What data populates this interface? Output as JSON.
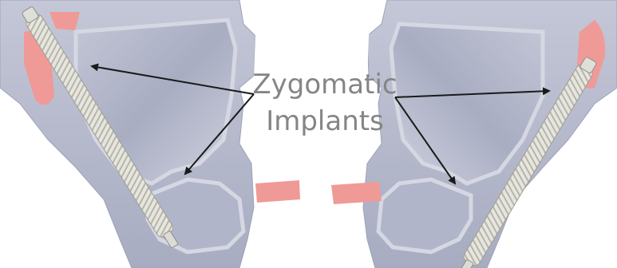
{
  "caption": {
    "line1": "Zygomatic",
    "line2": "Implants"
  },
  "colors": {
    "background": "#ffffff",
    "bone_outer": "#b9bdd0",
    "bone_edge": "#9ea3b8",
    "sinus_wall": "#c9ccdc",
    "sinus_cavity": "#aeb2c7",
    "soft_tissue": "#ef9a97",
    "implant": "#e3e3dd",
    "implant_thread": "#b9b8ae",
    "arrow": "#1a1a1a",
    "text": "#858585"
  },
  "icons": [
    "zygomatic-implant-left",
    "zygomatic-implant-right",
    "arrow"
  ]
}
